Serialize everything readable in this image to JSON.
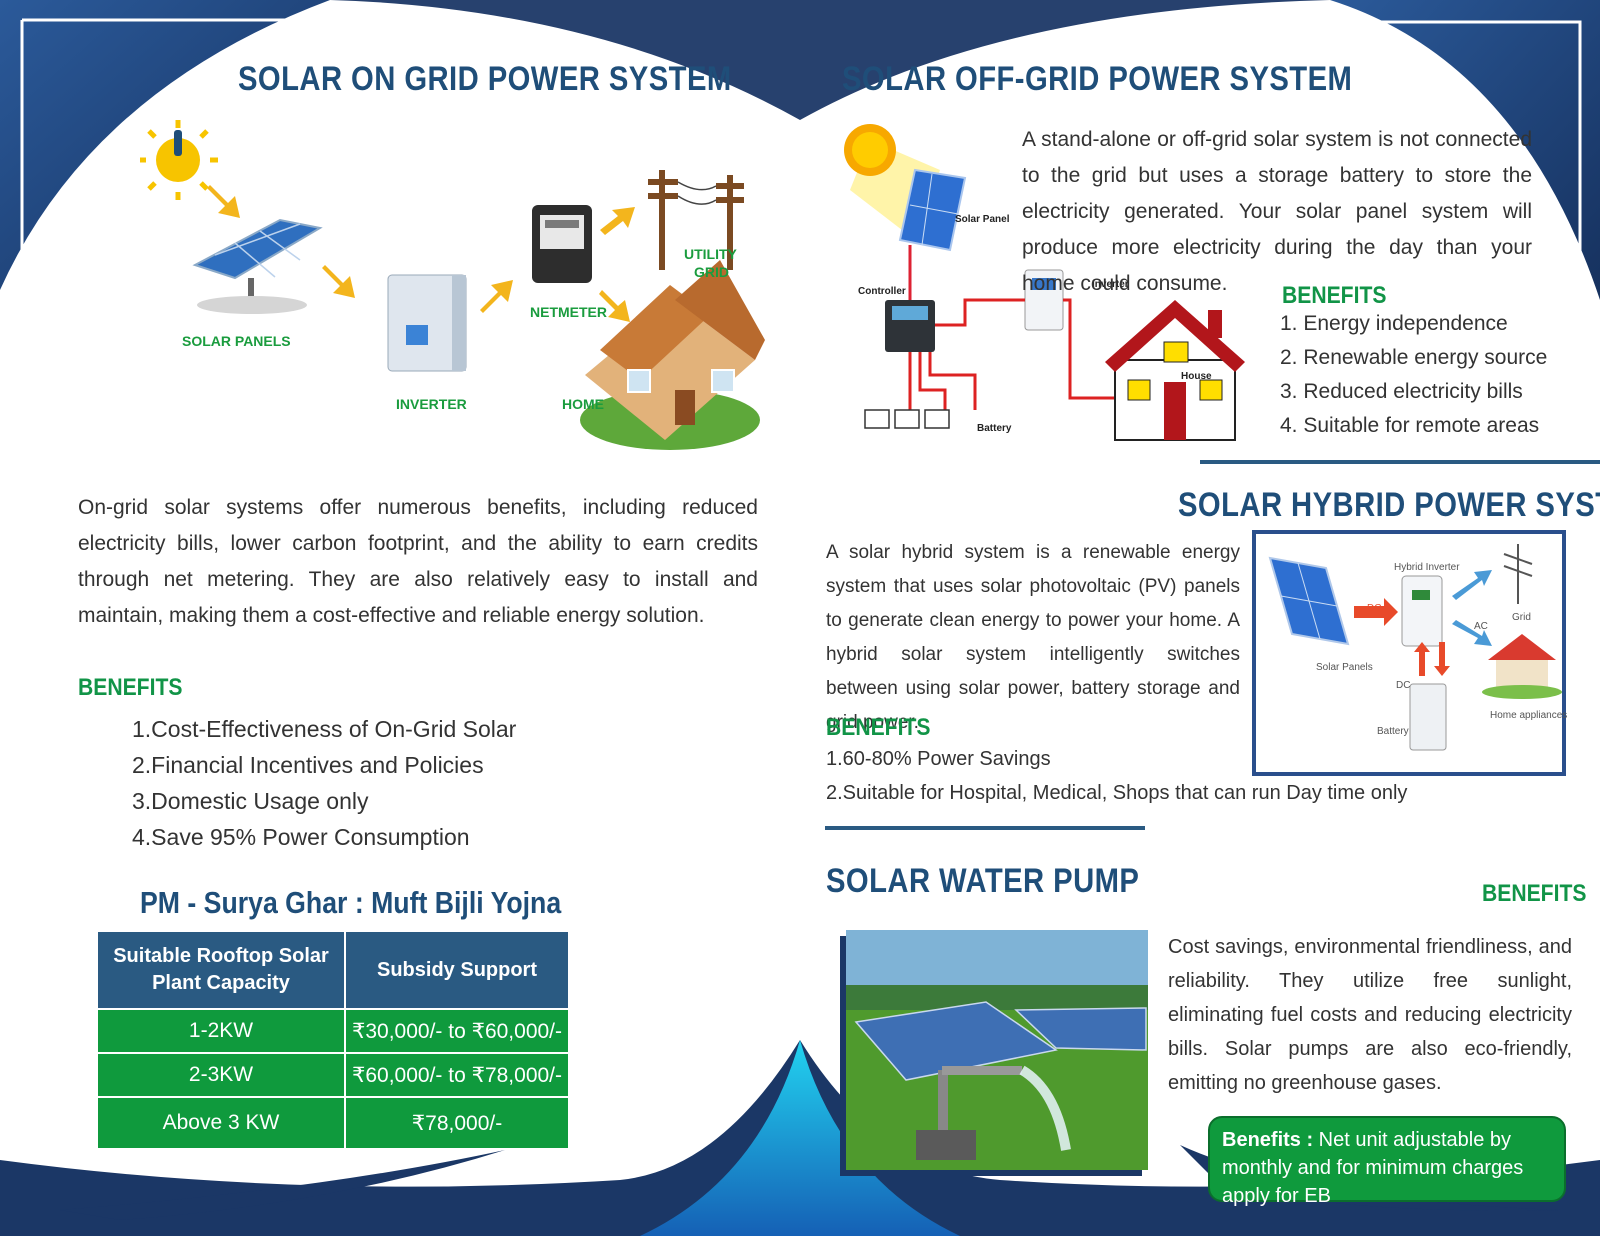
{
  "colors": {
    "navy": "#1f4e79",
    "green": "#119447",
    "table_head": "#2a5a82",
    "table_cell": "#0f9a3d"
  },
  "ongrid": {
    "title": "SOLAR ON GRID POWER SYSTEM",
    "diagram_labels": {
      "solar_panels": "SOLAR PANELS",
      "inverter": "INVERTER",
      "netmeter": "NETMETER",
      "utility_grid_1": "UTILITY",
      "utility_grid_2": "GRID",
      "home": "HOME"
    },
    "paragraph": "On-grid solar systems offer numerous benefits, including reduced electricity bills, lower carbon footprint, and the ability to earn credits through net metering. They are also relatively easy to install and maintain, making them a cost-effective and reliable energy solution.",
    "benefits_heading": "BENEFITS",
    "benefits": [
      "1.Cost-Effectiveness of On-Grid Solar",
      "2.Financial Incentives and Policies",
      "3.Domestic Usage only",
      "4.Save 95% Power Consumption"
    ]
  },
  "scheme": {
    "title": "PM - Surya Ghar : Muft Bijli Yojna",
    "headers": [
      "Suitable Rooftop Solar Plant Capacity",
      "Subsidy Support"
    ],
    "rows": [
      [
        "1-2KW",
        "₹30,000/- to ₹60,000/-"
      ],
      [
        "2-3KW",
        "₹60,000/- to ₹78,000/-"
      ],
      [
        "Above 3 KW",
        "₹78,000/-"
      ]
    ]
  },
  "offgrid": {
    "title": "SOLAR OFF-GRID POWER SYSTEM",
    "paragraph": "A stand-alone or off-grid solar system is not connected to the grid but uses a storage battery to store the electricity generated. Your solar panel system will produce more electricity during the day than your home could consume.",
    "diagram_labels": {
      "solar_panel": "Solar Panel",
      "controller": "Controller",
      "inverter": "Inverter",
      "house": "House",
      "battery": "Battery"
    },
    "benefits_heading": "BENEFITS",
    "benefits": [
      "1. Energy independence",
      "2. Renewable energy source",
      "3. Reduced electricity bills",
      "4. Suitable for remote areas"
    ]
  },
  "hybrid": {
    "title": "SOLAR HYBRID POWER SYSTEM",
    "paragraph": "A solar hybrid system is a renewable energy system that uses solar photovoltaic (PV) panels to generate clean energy to power your home. A hybrid solar system intelligently switches between using solar power, battery storage and grid power.",
    "diagram_labels": {
      "hybrid_inverter": "Hybrid Inverter",
      "grid": "Grid",
      "solar_panels": "Solar Panels",
      "dc1": "DC",
      "ac": "AC",
      "dc2": "DC",
      "battery": "Battery",
      "home_appliances": "Home appliances"
    },
    "benefits_heading": "BENEFITS",
    "benefits": [
      "1.60-80% Power Savings",
      "2.Suitable for Hospital, Medical, Shops that can run Day time only"
    ]
  },
  "pump": {
    "title": "SOLAR WATER PUMP",
    "benefits_heading": "BENEFITS",
    "paragraph": "Cost savings, environmental friendliness, and reliability. They utilize free sunlight, eliminating fuel costs and reducing electricity bills. Solar pumps are also eco-friendly, emitting no greenhouse gases.",
    "note_bold": "Benefits :",
    "note_text": " Net unit adjustable by monthly and for minimum charges apply for EB"
  }
}
